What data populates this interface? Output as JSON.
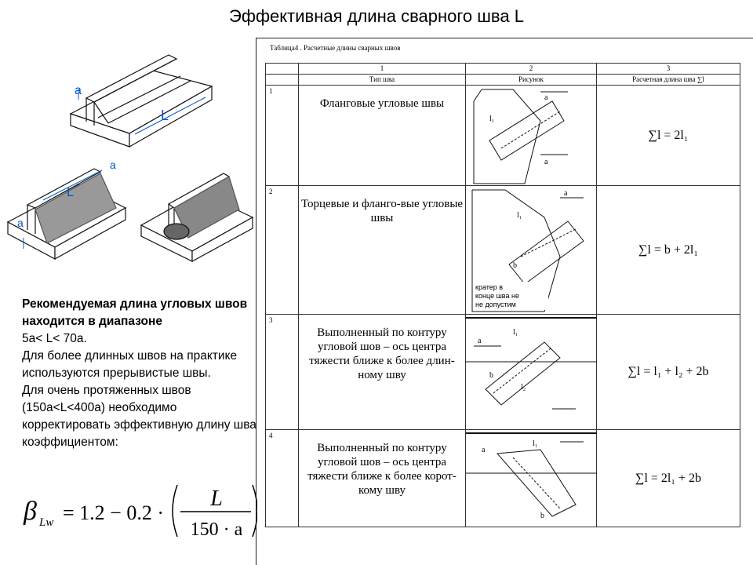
{
  "slide": {
    "title": "Эффективная длина сварного шва L"
  },
  "drawings": {
    "label_a": "a",
    "label_L": "L"
  },
  "text": {
    "p1_bold": "Рекомендуемая  длина угловых швов находится в диапазоне",
    "p1_range": "5a< L< 70a.",
    "p2": "Для более длинных швов  на практике используются прерывистые швы.",
    "p3": "Для очень протяженных швов (150a<L<400a) необходимо корректировать эффективную длину шва коэффициентом:"
  },
  "formula": {
    "beta": "β",
    "sub": "Lw",
    "rhs": "= 1.2 − 0.2 ·",
    "num": "L",
    "den": "150 · a"
  },
  "table": {
    "caption": "Таблица4 . Расчетные длины сварных швов",
    "col_numbers": [
      "1",
      "2",
      "3"
    ],
    "col_names": [
      "Тип шва",
      "Рисунок",
      "Расчетная длина шва ∑l"
    ],
    "rows": [
      {
        "num": "1",
        "type": "Фланговые угловые швы",
        "formula": "∑l = 2l₁"
      },
      {
        "num": "2",
        "type": "Торцевые и фланго-вые угловые швы",
        "formula": "∑l = b + 2l₁",
        "note": "кратер в конце шва не не допустим"
      },
      {
        "num": "3",
        "type": "Выполненный по контуру угловой шов – ось центра тяжести ближе к более длин-ному шву",
        "formula": "∑l = l₁ + l₂ + 2b"
      },
      {
        "num": "4",
        "type": "Выполненный по контуру угловой шов – ось центра тяжести ближе к более корот-кому шву",
        "formula": "∑l = 2l₁ + 2b"
      }
    ],
    "fig_labels": {
      "a": "a",
      "l1": "l₁",
      "l2": "l₂",
      "b": "b"
    }
  }
}
